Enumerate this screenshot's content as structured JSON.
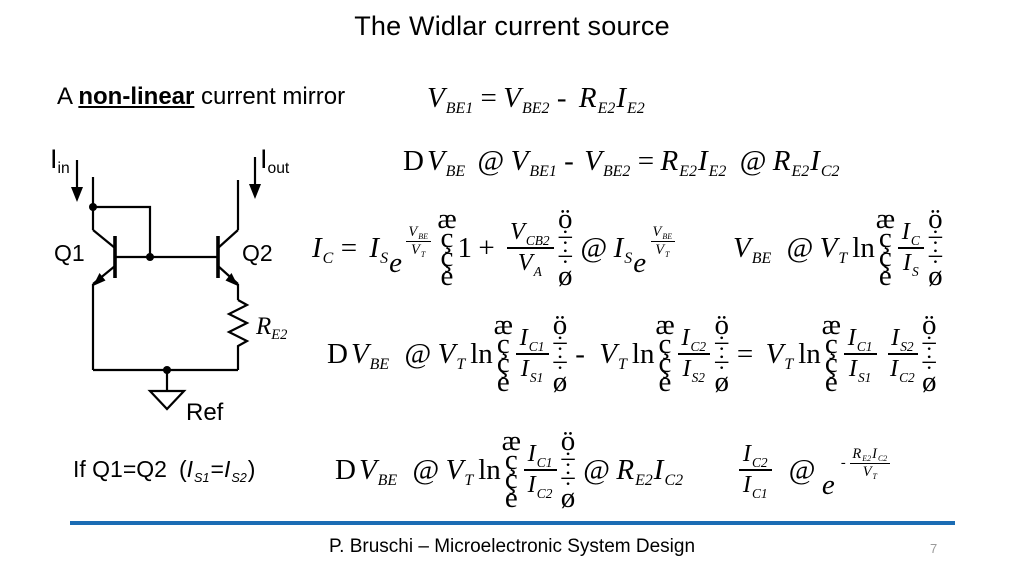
{
  "title": "The Widlar current source",
  "subtitle": {
    "pre": "A ",
    "em": "non-linear",
    "post": " current mirror"
  },
  "circuit": {
    "iin": {
      "base": "I",
      "sub": "in"
    },
    "iout": {
      "base": "I",
      "sub": "out"
    },
    "q1": "Q1",
    "q2": "Q2",
    "re2": {
      "base": "R",
      "sub": "E2"
    },
    "ref": "Ref"
  },
  "mangled": {
    "lp": [
      "æ",
      "ç",
      "ç",
      "è"
    ],
    "rp": [
      "ö",
      "÷",
      "÷",
      "ø"
    ]
  },
  "equations": {
    "eq1": [
      {
        "t": "var",
        "v": "V",
        "sub": "BE1"
      },
      {
        "t": "op",
        "v": "="
      },
      {
        "t": "var",
        "v": "V",
        "sub": "BE2"
      },
      {
        "t": "op",
        "v": "-"
      },
      {
        "t": "sp",
        "w": 6
      },
      {
        "t": "var",
        "v": "R",
        "sub": "E2"
      },
      {
        "t": "var",
        "v": "I",
        "sub": "E2"
      }
    ],
    "eq2": [
      {
        "t": "txt",
        "v": "D"
      },
      {
        "t": "sp",
        "w": 3
      },
      {
        "t": "var",
        "v": "V",
        "sub": "BE"
      },
      {
        "t": "sp",
        "w": 5
      },
      {
        "t": "op",
        "v": "@"
      },
      {
        "t": "var",
        "v": "V",
        "sub": "BE1"
      },
      {
        "t": "op",
        "v": "-"
      },
      {
        "t": "sp",
        "w": 4
      },
      {
        "t": "var",
        "v": "V",
        "sub": "BE2"
      },
      {
        "t": "op",
        "v": "="
      },
      {
        "t": "var",
        "v": "R",
        "sub": "E2"
      },
      {
        "t": "var",
        "v": "I",
        "sub": "E2"
      },
      {
        "t": "sp",
        "w": 6
      },
      {
        "t": "op",
        "v": "@"
      },
      {
        "t": "var",
        "v": "R",
        "sub": "E2"
      },
      {
        "t": "var",
        "v": "I",
        "sub": "C2"
      }
    ],
    "eq3": [
      {
        "t": "var",
        "v": "I",
        "sub": "C"
      },
      {
        "t": "op",
        "v": "="
      },
      {
        "t": "sp",
        "w": 6
      },
      {
        "t": "var",
        "v": "I",
        "sub": "S"
      },
      {
        "t": "esup",
        "base": "e",
        "sup": [
          {
            "t": "frac",
            "n": [
              {
                "t": "var",
                "v": "V",
                "sub": "BE"
              }
            ],
            "d": [
              {
                "t": "var",
                "v": "V",
                "sub": "T"
              }
            ]
          }
        ]
      },
      {
        "t": "sp",
        "w": 4
      },
      {
        "t": "lp"
      },
      {
        "t": "txt",
        "v": "1"
      },
      {
        "t": "op",
        "v": "+"
      },
      {
        "t": "sp",
        "w": 3
      },
      {
        "t": "frac",
        "n": [
          {
            "t": "var",
            "v": "V",
            "sub": "CB2"
          }
        ],
        "d": [
          {
            "t": "var",
            "v": "V",
            "sub": "A"
          }
        ]
      },
      {
        "t": "rp"
      },
      {
        "t": "op",
        "v": "@"
      },
      {
        "t": "var",
        "v": "I",
        "sub": "S"
      },
      {
        "t": "esup",
        "base": "e",
        "sup": [
          {
            "t": "frac",
            "n": [
              {
                "t": "var",
                "v": "V",
                "sub": "BE"
              }
            ],
            "d": [
              {
                "t": "var",
                "v": "V",
                "sub": "T"
              }
            ]
          }
        ]
      }
    ],
    "eq3b": [
      {
        "t": "var",
        "v": "V",
        "sub": "BE"
      },
      {
        "t": "sp",
        "w": 8
      },
      {
        "t": "op",
        "v": "@"
      },
      {
        "t": "var",
        "v": "V",
        "sub": "T"
      },
      {
        "t": "sp",
        "w": 4
      },
      {
        "t": "txt",
        "v": "ln"
      },
      {
        "t": "lp"
      },
      {
        "t": "frac",
        "n": [
          {
            "t": "var",
            "v": "I",
            "sub": "C"
          }
        ],
        "d": [
          {
            "t": "var",
            "v": "I",
            "sub": "S"
          }
        ]
      },
      {
        "t": "rp"
      }
    ],
    "eq4": [
      {
        "t": "txt",
        "v": "D"
      },
      {
        "t": "sp",
        "w": 3
      },
      {
        "t": "var",
        "v": "V",
        "sub": "BE"
      },
      {
        "t": "sp",
        "w": 8
      },
      {
        "t": "op",
        "v": "@"
      },
      {
        "t": "var",
        "v": "V",
        "sub": "T"
      },
      {
        "t": "sp",
        "w": 4
      },
      {
        "t": "txt",
        "v": "ln"
      },
      {
        "t": "lp"
      },
      {
        "t": "frac",
        "n": [
          {
            "t": "var",
            "v": "I",
            "sub": "C1"
          }
        ],
        "d": [
          {
            "t": "var",
            "v": "I",
            "sub": "S1"
          }
        ]
      },
      {
        "t": "rp"
      },
      {
        "t": "op",
        "v": "-"
      },
      {
        "t": "sp",
        "w": 8
      },
      {
        "t": "var",
        "v": "V",
        "sub": "T"
      },
      {
        "t": "sp",
        "w": 4
      },
      {
        "t": "txt",
        "v": "ln"
      },
      {
        "t": "lp"
      },
      {
        "t": "frac",
        "n": [
          {
            "t": "var",
            "v": "I",
            "sub": "C2"
          }
        ],
        "d": [
          {
            "t": "var",
            "v": "I",
            "sub": "S2"
          }
        ]
      },
      {
        "t": "rp"
      },
      {
        "t": "op",
        "v": "="
      },
      {
        "t": "sp",
        "w": 6
      },
      {
        "t": "var",
        "v": "V",
        "sub": "T"
      },
      {
        "t": "sp",
        "w": 4
      },
      {
        "t": "txt",
        "v": "ln"
      },
      {
        "t": "lp"
      },
      {
        "t": "frac",
        "n": [
          {
            "t": "var",
            "v": "I",
            "sub": "C1"
          }
        ],
        "d": [
          {
            "t": "var",
            "v": "I",
            "sub": "S1"
          }
        ]
      },
      {
        "t": "sp",
        "w": 6
      },
      {
        "t": "frac",
        "n": [
          {
            "t": "var",
            "v": "I",
            "sub": "S2"
          }
        ],
        "d": [
          {
            "t": "var",
            "v": "I",
            "sub": "C2"
          }
        ]
      },
      {
        "t": "rp"
      }
    ],
    "eq5": [
      {
        "t": "txt",
        "v": "D"
      },
      {
        "t": "sp",
        "w": 3
      },
      {
        "t": "var",
        "v": "V",
        "sub": "BE"
      },
      {
        "t": "sp",
        "w": 8
      },
      {
        "t": "op",
        "v": "@"
      },
      {
        "t": "var",
        "v": "V",
        "sub": "T"
      },
      {
        "t": "sp",
        "w": 4
      },
      {
        "t": "txt",
        "v": "ln"
      },
      {
        "t": "lp"
      },
      {
        "t": "frac",
        "n": [
          {
            "t": "var",
            "v": "I",
            "sub": "C1"
          }
        ],
        "d": [
          {
            "t": "var",
            "v": "I",
            "sub": "C2"
          }
        ]
      },
      {
        "t": "rp"
      },
      {
        "t": "op",
        "v": "@"
      },
      {
        "t": "var",
        "v": "R",
        "sub": "E2"
      },
      {
        "t": "var",
        "v": "I",
        "sub": "C2"
      }
    ],
    "eq5b": [
      {
        "t": "frac",
        "n": [
          {
            "t": "var",
            "v": "I",
            "sub": "C2"
          }
        ],
        "d": [
          {
            "t": "var",
            "v": "I",
            "sub": "C1"
          }
        ]
      },
      {
        "t": "sp",
        "w": 8
      },
      {
        "t": "op",
        "v": "@"
      },
      {
        "t": "esup",
        "base": "e",
        "sup": [
          {
            "t": "op",
            "v": "-"
          },
          {
            "t": "frac",
            "n": [
              {
                "t": "var",
                "v": "R",
                "sub": "E2"
              },
              {
                "t": "var",
                "v": "I",
                "sub": "C2"
              }
            ],
            "d": [
              {
                "t": "var",
                "v": "V",
                "sub": "T"
              }
            ]
          }
        ]
      }
    ],
    "cond": [
      {
        "t": "txt",
        "v": "If Q1=Q2"
      },
      {
        "t": "sp",
        "w": 12
      },
      {
        "t": "txt",
        "v": "("
      },
      {
        "t": "var",
        "v": "I",
        "sub": "S1"
      },
      {
        "t": "txt",
        "v": "="
      },
      {
        "t": "var",
        "v": "I",
        "sub": "S2"
      },
      {
        "t": "txt",
        "v": ")"
      }
    ]
  },
  "footer": {
    "text": "P. Bruschi – Microelectronic System Design",
    "page": "7",
    "rule_color": "#1b6cb4"
  }
}
